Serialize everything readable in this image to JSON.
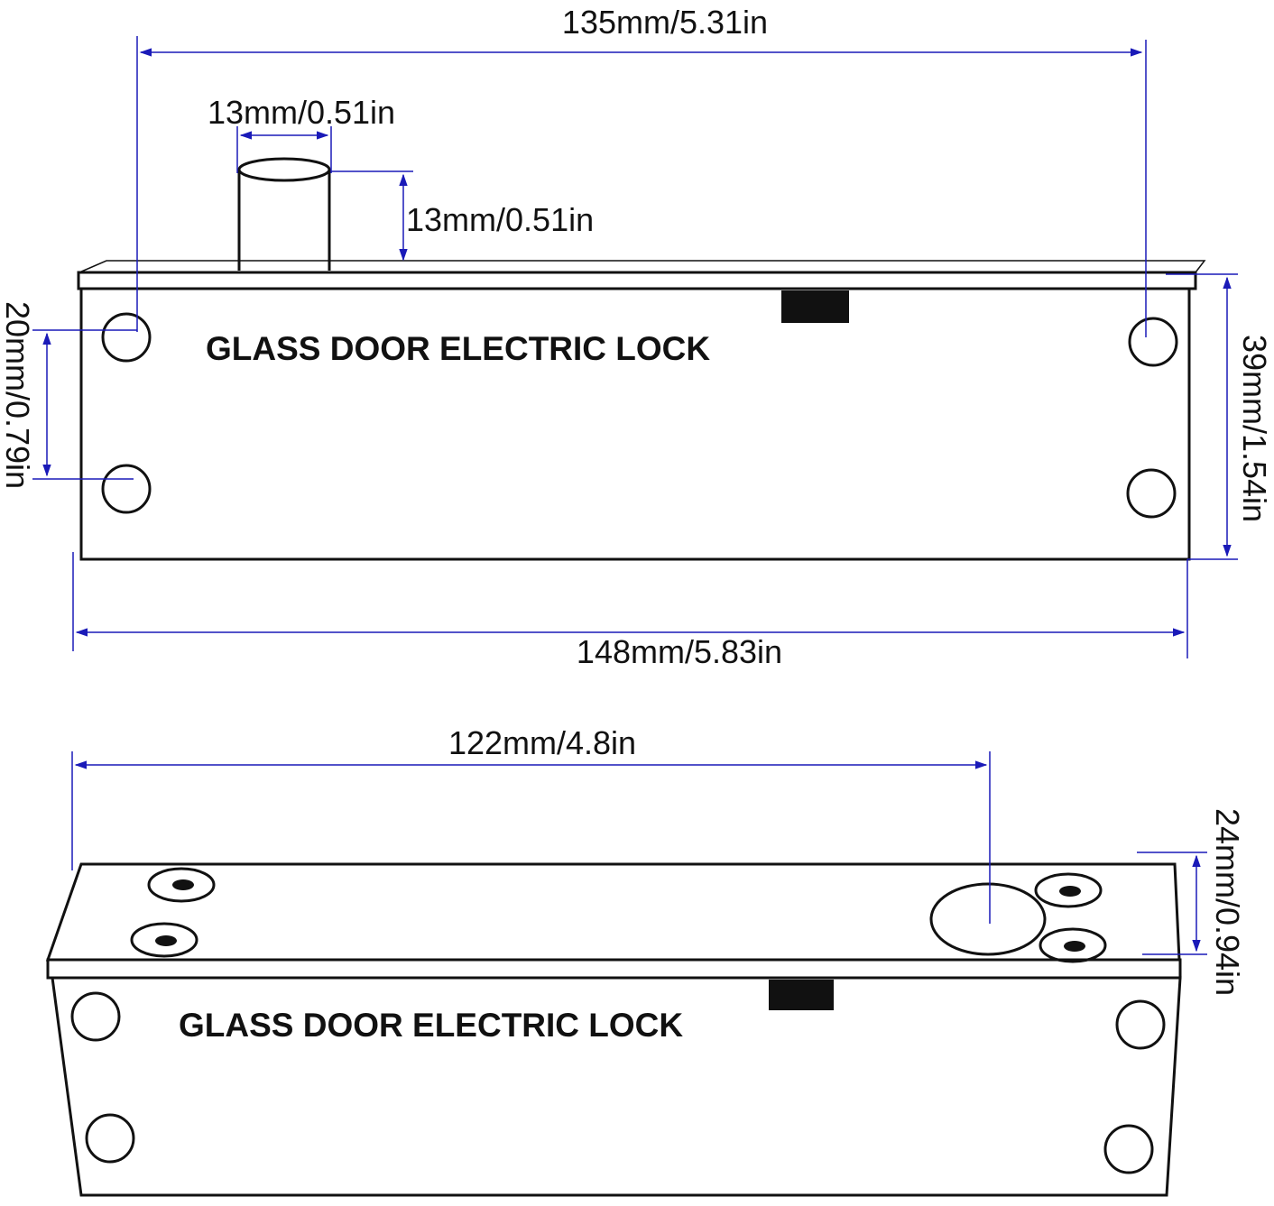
{
  "colors": {
    "dimension_line": "#1a1ab8",
    "outline": "#111111",
    "background": "#ffffff"
  },
  "top_view": {
    "label": "GLASS DOOR ELECTRIC LOCK",
    "dims": {
      "hole_spacing": "135mm/5.31in",
      "bolt_width": "13mm/0.51in",
      "bolt_height": "13mm/0.51in",
      "hole_vertical": "20mm/0.79in",
      "body_height": "39mm/1.54in",
      "body_length": "148mm/5.83in"
    }
  },
  "bottom_view": {
    "label": "GLASS DOOR ELECTRIC LOCK",
    "dims": {
      "bolt_offset": "122mm/4.8in",
      "depth": "24mm/0.94in"
    }
  }
}
